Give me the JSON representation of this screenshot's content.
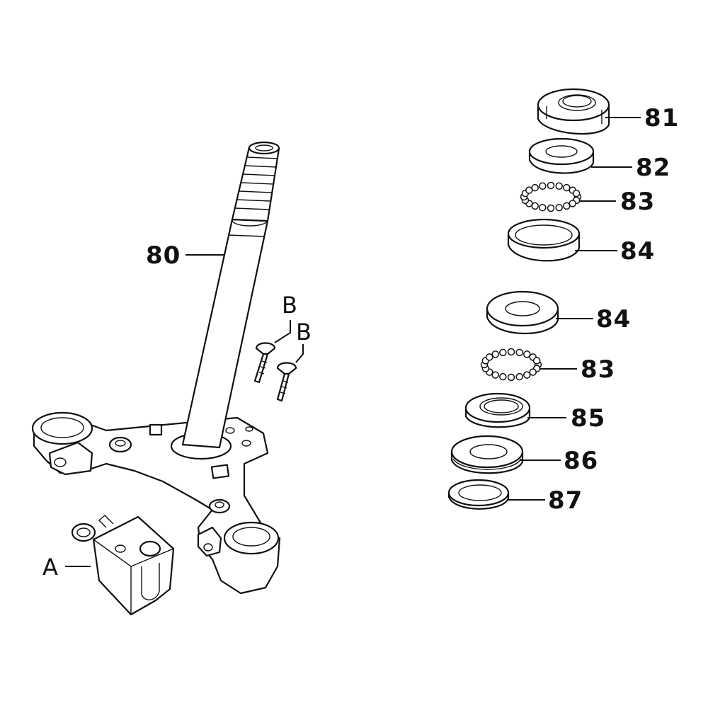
{
  "labels": {
    "p80": "80",
    "p81": "81",
    "p82": "82",
    "p83_top": "83",
    "p84_top": "84",
    "p84_bottom": "84",
    "p83_bottom": "83",
    "p85": "85",
    "p86": "86",
    "p87": "87",
    "A": "A",
    "B1": "B",
    "B2": "B"
  }
}
